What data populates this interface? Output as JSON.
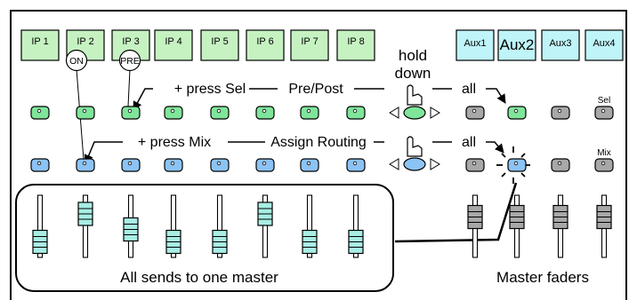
{
  "colors": {
    "input_channel": "#c6f2c2",
    "aux_channel": "#bff4f8",
    "green_button": "#7fe59a",
    "blue_button": "#8cc3f5",
    "grey_button": "#a8a8a8",
    "fader_input_cap": "#a8eee4",
    "fader_master_cap": "#a8a8a8"
  },
  "inputs": [
    "IP 1",
    "IP 2",
    "IP 3",
    "IP 4",
    "IP 5",
    "IP 6",
    "IP 7",
    "IP 8"
  ],
  "auxes": [
    "Aux1",
    "Aux2",
    "Aux3",
    "Aux4"
  ],
  "badges": {
    "on": "ON",
    "pre": "PRE"
  },
  "hold_label": [
    "hold",
    "down"
  ],
  "row1": {
    "press": "+ press Sel",
    "function": "Pre/Post",
    "all": "all",
    "button": "Sel"
  },
  "row2": {
    "press": "+ press Mix",
    "function": "Assign Routing",
    "all": "all",
    "button": "Mix"
  },
  "input_fader_levels": [
    0.25,
    0.7,
    0.45,
    0.25,
    0.25,
    0.7,
    0.25,
    0.25
  ],
  "master_fader_levels": [
    0.65,
    0.65,
    0.65,
    0.65
  ],
  "captions": {
    "sends": "All sends to one master",
    "masters": "Master faders"
  }
}
